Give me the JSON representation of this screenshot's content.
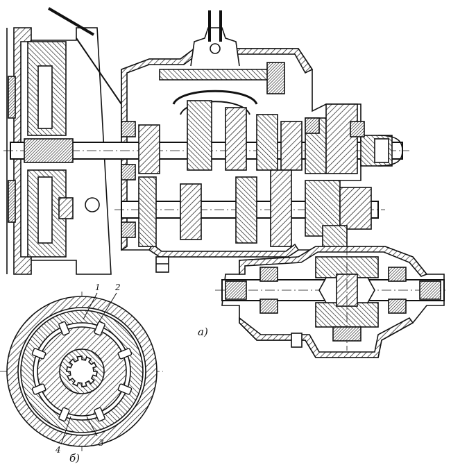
{
  "figure": {
    "label_a": "а)",
    "label_b": "б)",
    "callouts": [
      "1",
      "2",
      "3",
      "4"
    ]
  },
  "colors": {
    "ink": "#111111",
    "paper": "#ffffff"
  }
}
